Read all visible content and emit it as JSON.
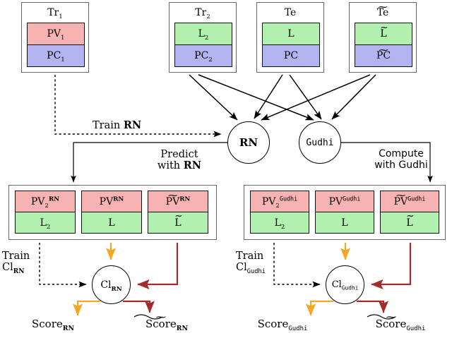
{
  "diagram": {
    "title": "Pipeline comparing RN-predicted persistence vectors against Gudhi-computed ones",
    "colors": {
      "pink": "#f7b2b2",
      "blue": "#b3b3f0",
      "green": "#b1f0ae",
      "orange": "#f5a623",
      "dark_red": "#a52a2a",
      "black": "#000000",
      "box_border": "#666666"
    },
    "top_boxes": [
      {
        "id": "tr1",
        "title": "Tr",
        "title_sub": "1",
        "rows": [
          {
            "label": "PV",
            "sub": "1",
            "color_key": "pink"
          },
          {
            "label": "PC",
            "sub": "1",
            "color_key": "blue"
          }
        ]
      },
      {
        "id": "tr2",
        "title": "Tr",
        "title_sub": "2",
        "rows": [
          {
            "label": "L",
            "sub": "2",
            "color_key": "green"
          },
          {
            "label": "PC",
            "sub": "2",
            "color_key": "blue"
          }
        ]
      },
      {
        "id": "te",
        "title": "Te",
        "title_sub": "",
        "rows": [
          {
            "label": "L",
            "sub": "",
            "color_key": "green"
          },
          {
            "label": "PC",
            "sub": "",
            "color_key": "blue"
          }
        ]
      },
      {
        "id": "te_tilde",
        "title": "Te",
        "title_sub": "",
        "title_tilde": true,
        "rows": [
          {
            "label": "L",
            "sub": "",
            "tilde": true,
            "color_key": "green"
          },
          {
            "label": "PC",
            "sub": "",
            "tilde": true,
            "color_key": "blue"
          }
        ]
      }
    ],
    "engines": [
      {
        "id": "rn",
        "label": "RN",
        "style": "bold-serif"
      },
      {
        "id": "gudhi",
        "label": "Gudhi",
        "style": "mono"
      }
    ],
    "edge_labels": {
      "train_rn": "Train RN",
      "train_rn_plain": "Train",
      "train_rn_emph": "RN",
      "predict_line1": "Predict",
      "predict_line2_plain": "with",
      "predict_line2_emph": "RN",
      "compute_line1": "Compute",
      "compute_line2_plain": "with",
      "compute_line2_emph": "Gudhi"
    },
    "result_panels": [
      {
        "id": "rn_results",
        "method": "RN",
        "method_style": "bold-serif",
        "cards": [
          {
            "top": "PV",
            "top_sub": "2",
            "top_sup": "RN",
            "bottom": "L",
            "bottom_sub": "2"
          },
          {
            "top": "PV",
            "top_sub": "",
            "top_sup": "RN",
            "bottom": "L",
            "bottom_sub": ""
          },
          {
            "top": "PV",
            "top_sub": "",
            "top_sup": "RN",
            "top_tilde": true,
            "bottom": "L",
            "bottom_sub": "",
            "bottom_tilde": true
          }
        ]
      },
      {
        "id": "gudhi_results",
        "method": "Gudhi",
        "method_style": "mono",
        "cards": [
          {
            "top": "PV",
            "top_sub": "2",
            "top_sup": "Gudhi",
            "bottom": "L",
            "bottom_sub": "2"
          },
          {
            "top": "PV",
            "top_sub": "",
            "top_sup": "Gudhi",
            "bottom": "L",
            "bottom_sub": ""
          },
          {
            "top": "PV",
            "top_sub": "",
            "top_sup": "Gudhi",
            "top_tilde": true,
            "bottom": "L",
            "bottom_sub": "",
            "bottom_tilde": true
          }
        ]
      }
    ],
    "classifiers": [
      {
        "id": "cl_rn",
        "label": "Cl",
        "label_sub": "RN",
        "label_sub_style": "bold-serif",
        "train_label_line1": "Train",
        "train_label_line2": "Cl",
        "train_label_line2_sub": "RN",
        "scores": [
          {
            "label": "Score",
            "sub": "RN",
            "tilde": false,
            "color_key": "orange"
          },
          {
            "label": "Score",
            "sub": "RN",
            "tilde": true,
            "color_key": "dark_red"
          }
        ]
      },
      {
        "id": "cl_gudhi",
        "label": "Cl",
        "label_sub": "Gudhi",
        "label_sub_style": "mono",
        "train_label_line1": "Train",
        "train_label_line2": "Cl",
        "train_label_line2_sub": "Gudhi",
        "scores": [
          {
            "label": "Score",
            "sub": "Gudhi",
            "tilde": false,
            "color_key": "orange"
          },
          {
            "label": "Score",
            "sub": "Gudhi",
            "tilde": true,
            "color_key": "dark_red"
          }
        ]
      }
    ]
  }
}
